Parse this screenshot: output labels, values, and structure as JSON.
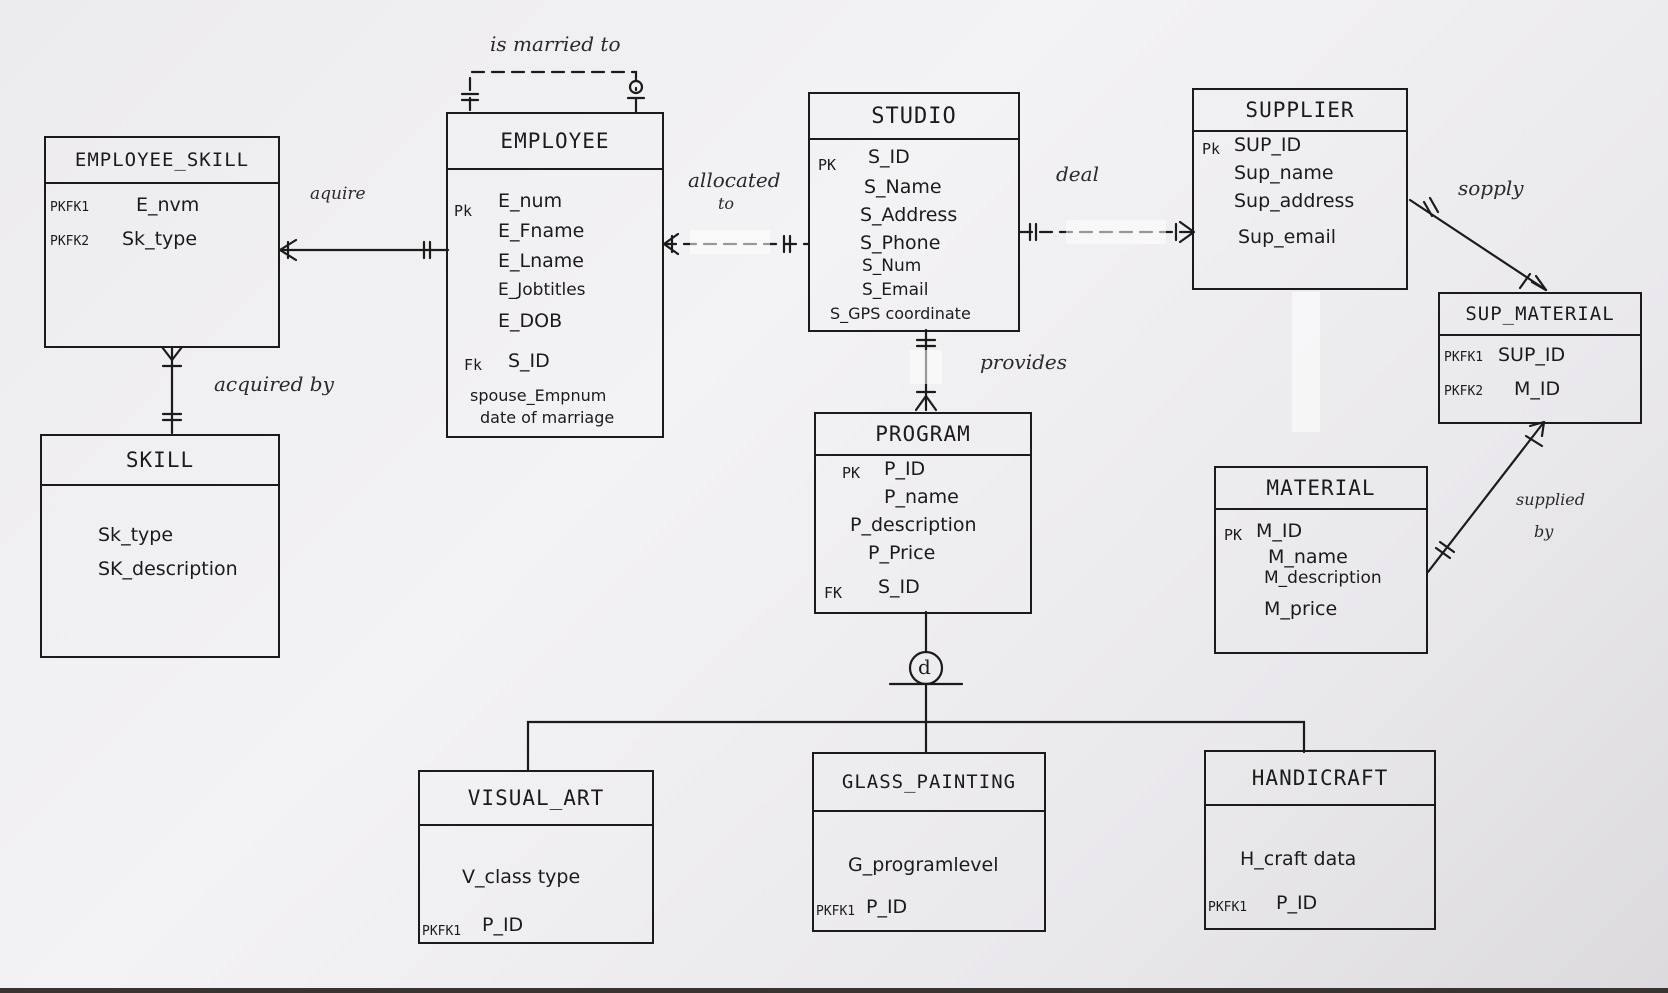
{
  "entities": {
    "employee_skill": {
      "title": "EMPLOYEE_SKILL",
      "attrs": [
        {
          "key": "PKFK1",
          "name": "E_nvm"
        },
        {
          "key": "PKFK2",
          "name": "Sk_type"
        }
      ]
    },
    "skill": {
      "title": "SKILL",
      "attrs": [
        "Sk_type",
        "SK_description"
      ]
    },
    "employee": {
      "title": "EMPLOYEE",
      "pk": "Pk",
      "fk": "Fk",
      "attrs": [
        "E_num",
        "E_Fname",
        "E_Lname",
        "E_Jobtitles",
        "E_DOB",
        "S_ID",
        "spouse_Empnum",
        "date of marriage"
      ]
    },
    "studio": {
      "title": "STUDIO",
      "pk": "PK",
      "attrs": [
        "S_ID",
        "S_Name",
        "S_Address",
        "S_Phone",
        "S_Num",
        "S_Email",
        "S_GPS coordinate"
      ]
    },
    "supplier": {
      "title": "SUPPLIER",
      "pk": "Pk",
      "attrs": [
        "SUP_ID",
        "Sup_name",
        "Sup_address",
        "Sup_email"
      ]
    },
    "sup_material": {
      "title": "SUP_MATERIAL",
      "attrs": [
        {
          "key": "PKFK1",
          "name": "SUP_ID"
        },
        {
          "key": "PKFK2",
          "name": "M_ID"
        }
      ]
    },
    "material": {
      "title": "MATERIAL",
      "pk": "PK",
      "attrs": [
        "M_ID",
        "M_name",
        "M_description",
        "M_price"
      ]
    },
    "program": {
      "title": "PROGRAM",
      "pk": "PK",
      "fk": "FK",
      "attrs": [
        "P_ID",
        "P_name",
        "P_description",
        "P_Price",
        "S_ID"
      ]
    },
    "visual_art": {
      "title": "VISUAL_ART",
      "attrs": [
        "V_class type"
      ],
      "fk_key": "PKFK1",
      "fk_name": "P_ID"
    },
    "glass_painting": {
      "title": "GLASS_PAINTING",
      "attrs": [
        "G_programlevel"
      ],
      "fk_key": "PKFK1",
      "fk_name": "P_ID"
    },
    "handicraft": {
      "title": "HANDICRAFT",
      "attrs": [
        "H_craft data"
      ],
      "fk_key": "PKFK1",
      "fk_name": "P_ID"
    }
  },
  "relationships": {
    "is_married_to": "is married to",
    "aquire": "aquire",
    "acquired_by": "acquired by",
    "allocated_to_1": "allocated",
    "allocated_to_2": "to",
    "deal": "deal",
    "supply": "sopply",
    "provides": "provides",
    "supplied_by_1": "supplied",
    "supplied_by_2": "by",
    "disjoint": "d"
  }
}
